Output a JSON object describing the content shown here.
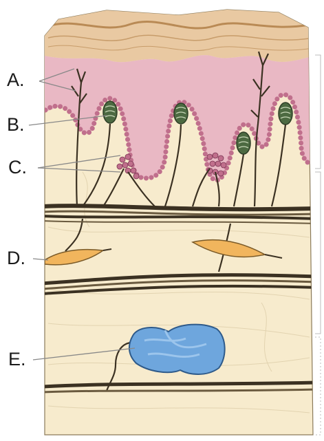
{
  "labels": {
    "a": "A.",
    "b": "B.",
    "c": "C.",
    "d": "D.",
    "e": "E."
  },
  "structures": {
    "a": "free-nerve-endings",
    "b": "tactile-corpuscle",
    "c": "tactile-disc",
    "d": "bulbous-corpuscle",
    "e": "lamellated-corpuscle"
  },
  "colors": {
    "background": "#ffffff",
    "dermis": "#f7ebcd",
    "epidermis_pink": "#e9b8c4",
    "stratum_corneum": "#e9c9a2",
    "cell_beads": "#c06f8c",
    "corpuscle_green": "#4c6a41",
    "nerve_brown": "#3b3122",
    "ruffini_orange": "#f1b55d",
    "pacinian_blue": "#6ea6dd",
    "leader_line": "#888888",
    "label_text": "#1a1a1a"
  }
}
